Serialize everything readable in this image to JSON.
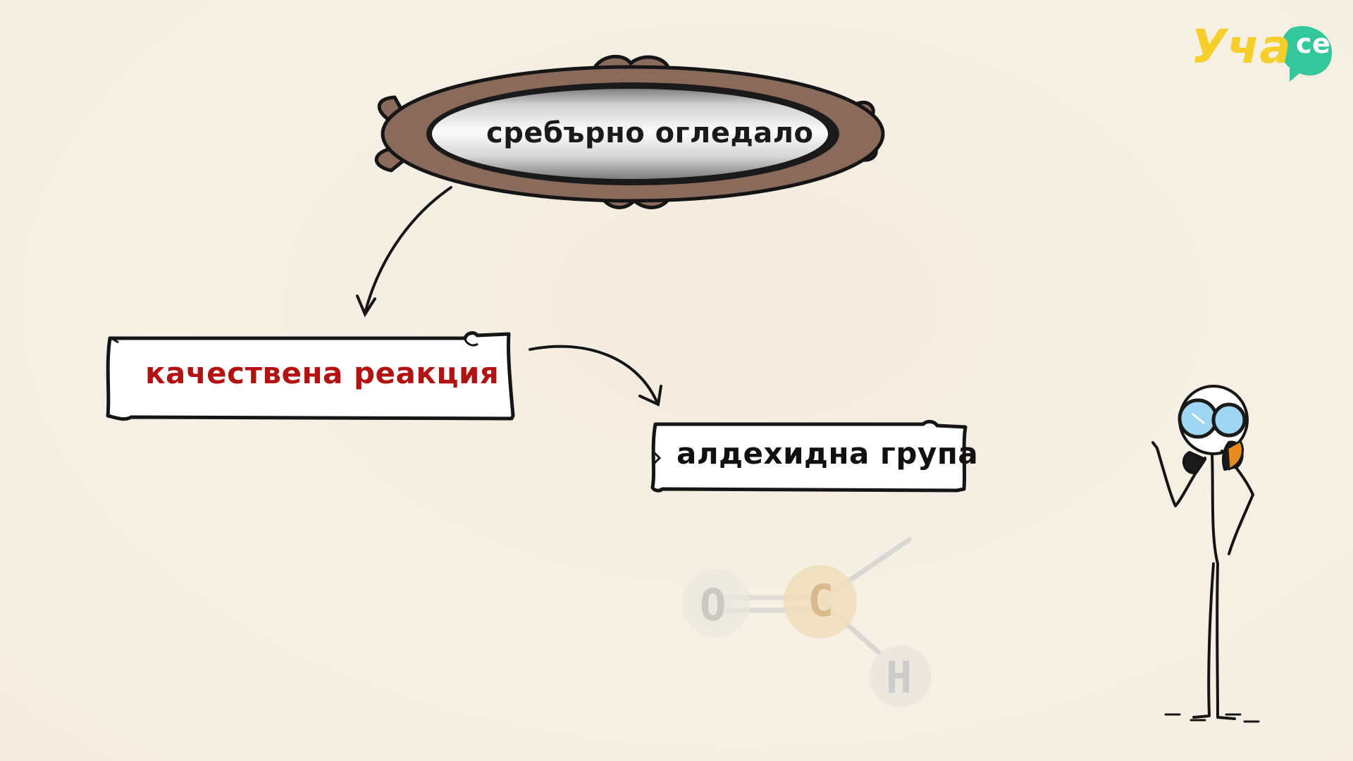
{
  "diagram": {
    "nodes": {
      "silver_mirror": "сребърно огледало",
      "qualitative_reaction": "качествена реакция",
      "aldehyde_group": "алдехидна група"
    },
    "molecule": {
      "atoms": [
        "O",
        "C",
        "H"
      ]
    }
  },
  "logo": {
    "brand": "Уча",
    "badge": "се"
  },
  "colors": {
    "background": "#f5eee3",
    "highlight_text": "#b31212",
    "frame": "#8a6b5b",
    "logo_yellow": "#f6cf2a",
    "logo_green": "#34c79c",
    "goggles": "#7fc4ea"
  }
}
